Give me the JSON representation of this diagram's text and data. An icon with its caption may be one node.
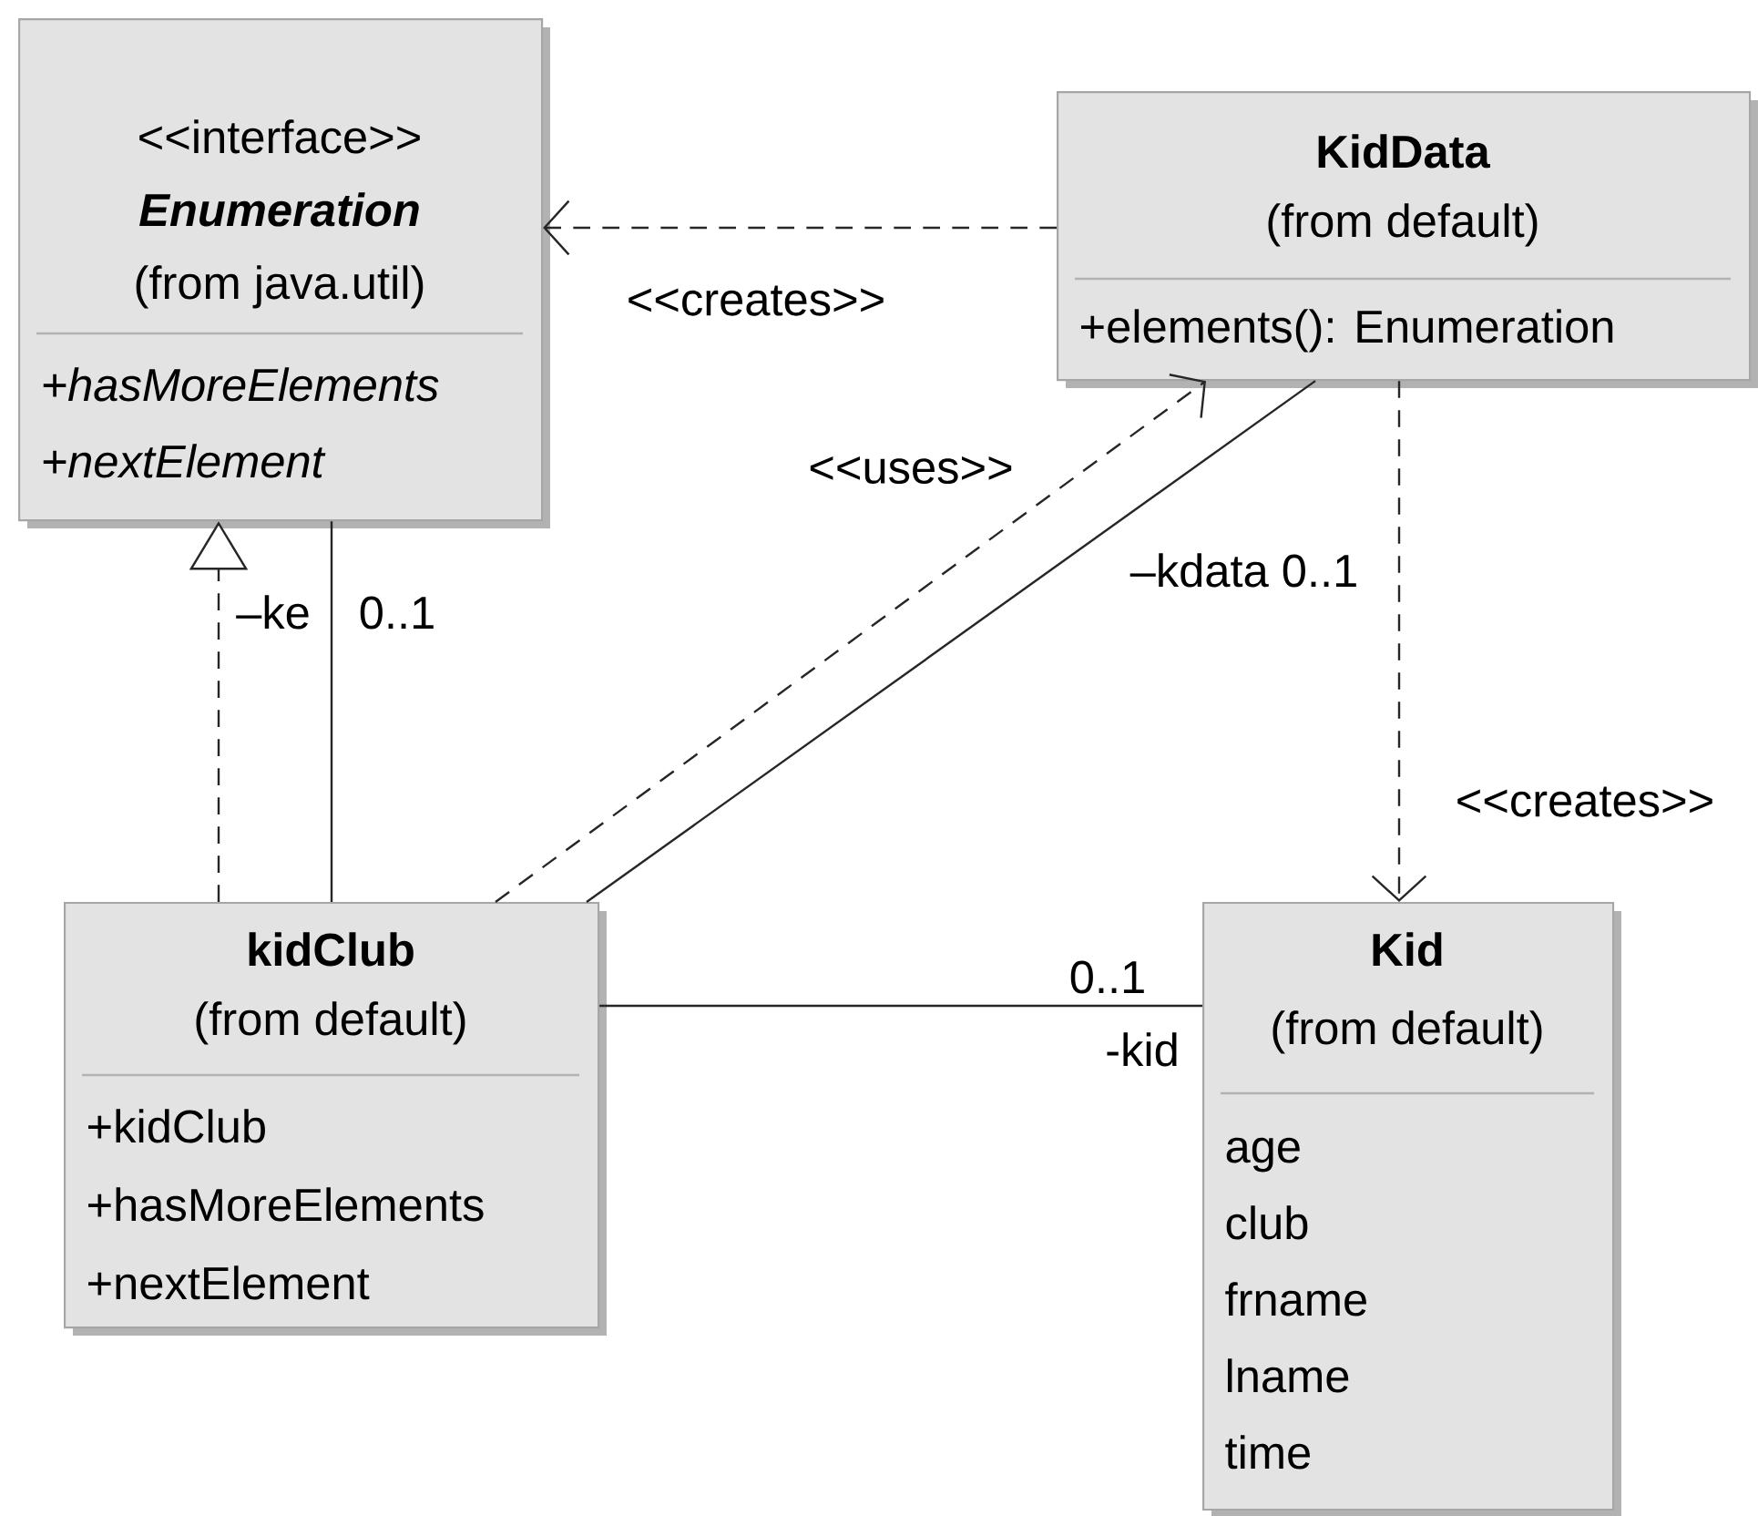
{
  "diagram": {
    "nodes": [
      {
        "text": [
          "<<interface>>",
          "Enumeration",
          "(from java.util)",
          "+hasMoreElements",
          "+nextElement"
        ]
      },
      {
        "text": [
          "KidData",
          "(from default)",
          "+elements(): Enumeration"
        ]
      },
      {
        "text": [
          "kidClub",
          "(from default)",
          "+kidClub",
          "+hasMoreElements",
          "+nextElement"
        ]
      },
      {
        "text": [
          "Kid",
          "(from default)",
          "age",
          "club",
          "frname",
          "lname",
          "time"
        ]
      }
    ],
    "edges": [
      {
        "from": 1,
        "to": 0,
        "arrow": "to",
        "style": "dashed",
        "label": "<<creates>>"
      },
      {
        "from": 2,
        "to": 0,
        "arrow": "to",
        "style": "dashed"
      },
      {
        "from": 2,
        "to": 0,
        "arrow": "none"
      },
      {
        "from": 2,
        "to": 1,
        "arrow": "to",
        "style": "dashed",
        "label": "<<uses>>"
      },
      {
        "from": 2,
        "to": 1,
        "arrow": "none"
      },
      {
        "from": 1,
        "to": 3,
        "arrow": "to",
        "style": "dashed",
        "label": "<<creates>>"
      },
      {
        "from": 2,
        "to": 3,
        "arrow": "none"
      }
    ],
    "labels": [
      "–ke",
      "0..1",
      "–kdata 0..1",
      "0..1",
      "-kid"
    ]
  }
}
